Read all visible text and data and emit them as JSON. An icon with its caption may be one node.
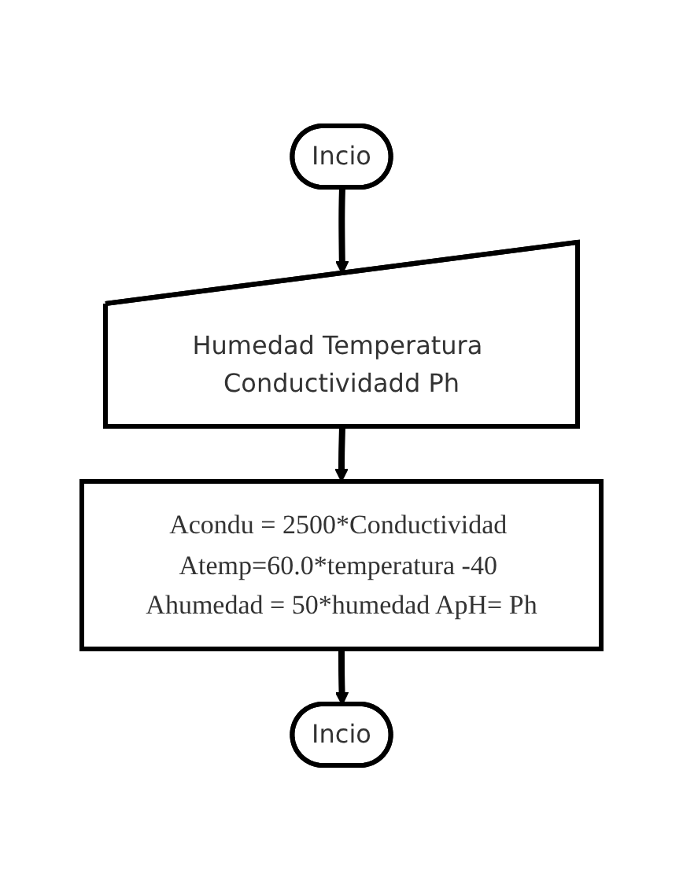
{
  "diagram": {
    "nodes": [
      {
        "text": [
          "Incio"
        ]
      },
      {
        "text": [
          "Humedad Temperatura Conductividadd Ph"
        ]
      },
      {
        "text": [
          "Acondu = 2500*Conductividad Atemp=60.0*temperatura -40 Ahumedad = 50*humedad ApH= Ph"
        ]
      },
      {
        "text": [
          "Incio"
        ]
      }
    ],
    "edges": [
      {
        "from": 0,
        "to": 1,
        "arrow": "to"
      },
      {
        "from": 1,
        "to": 2,
        "arrow": "to"
      },
      {
        "from": 2,
        "to": 3,
        "arrow": "to"
      }
    ]
  }
}
